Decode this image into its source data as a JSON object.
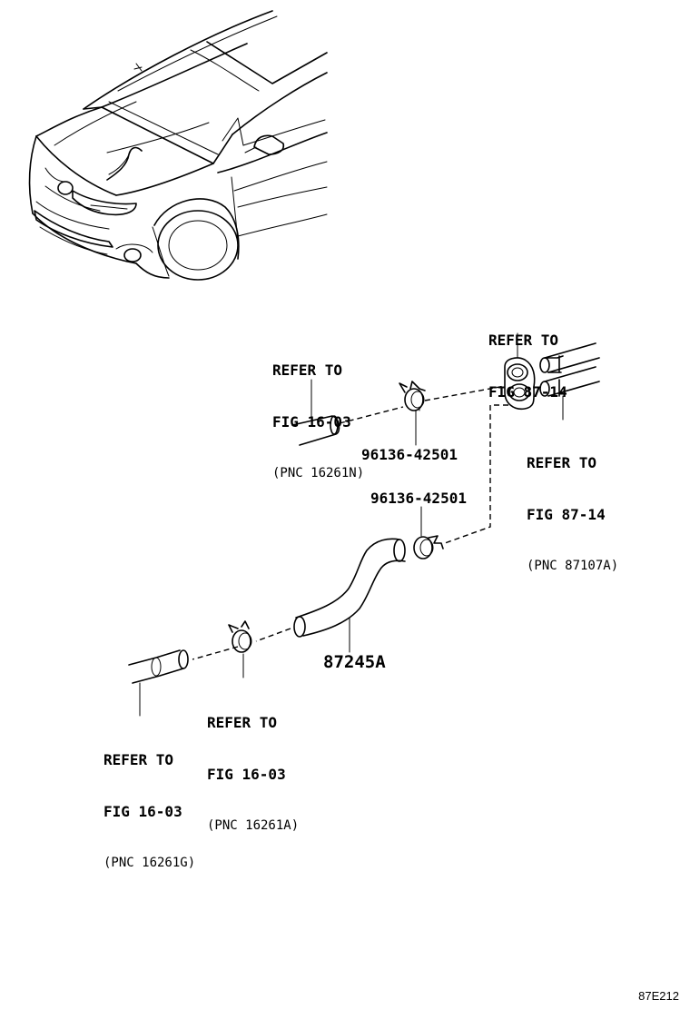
{
  "callouts": {
    "c1": {
      "line1": "REFER TO",
      "line2": "FIG 16-03",
      "line3": "(PNC 16261N)"
    },
    "c2": {
      "line1": "REFER TO",
      "line2": "FIG 87-14"
    },
    "c3": {
      "line1": "REFER TO",
      "line2": "FIG 87-14",
      "line3": "(PNC 87107A)"
    },
    "c4": {
      "line1": "REFER TO",
      "line2": "FIG 16-03",
      "line3": "(PNC 16261A)"
    },
    "c5": {
      "line1": "REFER TO",
      "line2": "FIG 16-03",
      "line3": "(PNC 16261G)"
    }
  },
  "parts": {
    "clamp_upper": "96136-42501",
    "clamp_middle": "96136-42501",
    "hose": "87245A"
  },
  "figure_code": "87E212",
  "icons": [
    "vehicle-front-illustration",
    "hose-icon",
    "clamp-icon",
    "grommet-icon",
    "pipe-icon"
  ]
}
